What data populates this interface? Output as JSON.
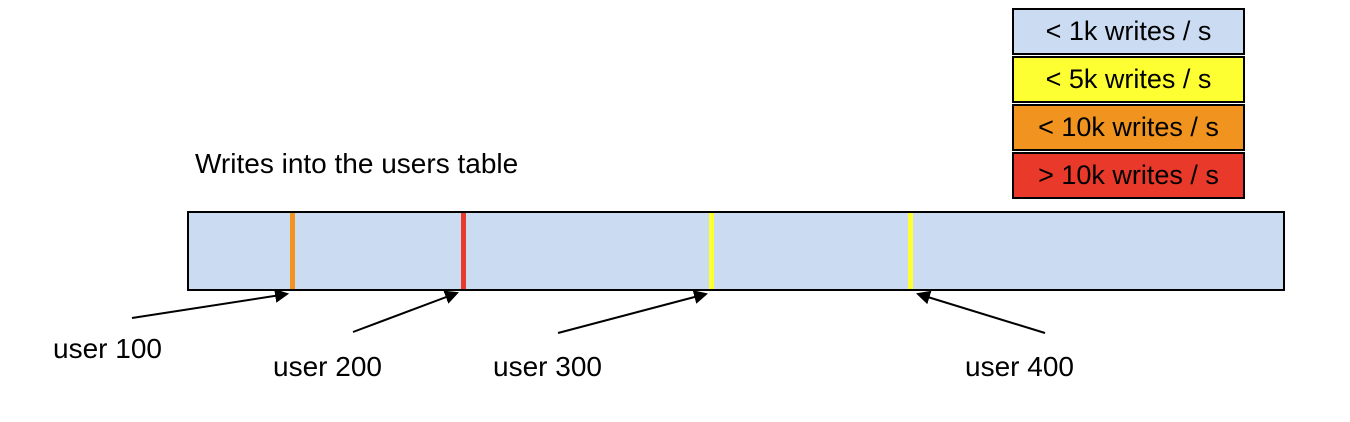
{
  "title": "Writes into the users table",
  "legend": {
    "items": [
      {
        "label": "< 1k writes / s",
        "color": "#cbdcf2"
      },
      {
        "label": "< 5k writes / s",
        "color": "#feff33"
      },
      {
        "label": "< 10k writes / s",
        "color": "#f0941f"
      },
      {
        "label": "> 10k writes / s",
        "color": "#e8392a"
      }
    ]
  },
  "bar": {
    "fill": "#cbdcf2",
    "border_color": "#000000",
    "stripes": [
      {
        "user": "user 100",
        "rate": "< 10k writes / s",
        "color": "#f0941f"
      },
      {
        "user": "user 200",
        "rate": "> 10k writes / s",
        "color": "#e8392a"
      },
      {
        "user": "user 300",
        "rate": "< 5k writes / s",
        "color": "#feff33"
      },
      {
        "user": "user 400",
        "rate": "< 5k writes / s",
        "color": "#feff33"
      }
    ]
  },
  "annotations": [
    {
      "label": "user 100"
    },
    {
      "label": "user 200"
    },
    {
      "label": "user 300"
    },
    {
      "label": "user 400"
    }
  ]
}
